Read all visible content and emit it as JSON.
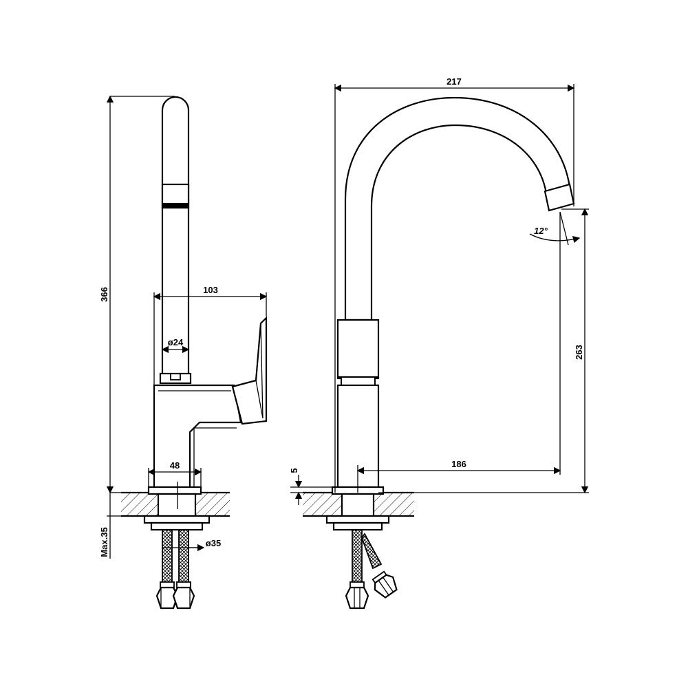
{
  "dimensions": {
    "total_height": "366",
    "handle_reach": "103",
    "spout_diameter": "ø24",
    "base_width": "48",
    "max_thickness": "Max.35",
    "hole_diameter": "ø35",
    "spout_reach": "217",
    "spout_height": "263",
    "spout_angle": "12°",
    "outlet_reach": "186",
    "base_offset": "5"
  }
}
